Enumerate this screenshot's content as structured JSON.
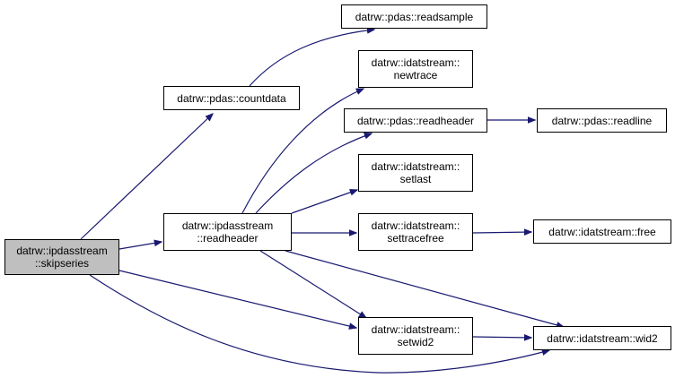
{
  "graph": {
    "edge_color": "#191970",
    "nodes": {
      "skipseries": {
        "lines": [
          "datrw::ipdasstream",
          "::skipseries"
        ],
        "fill": "#bfbfbf"
      },
      "countdata": {
        "lines": [
          "datrw::pdas::countdata"
        ]
      },
      "readheader": {
        "lines": [
          "datrw::ipdasstream",
          "::readheader"
        ]
      },
      "readsample": {
        "lines": [
          "datrw::pdas::readsample"
        ]
      },
      "newtrace": {
        "lines": [
          "datrw::idatstream::",
          "newtrace"
        ]
      },
      "pdasreadheader": {
        "lines": [
          "datrw::pdas::readheader"
        ]
      },
      "readline": {
        "lines": [
          "datrw::pdas::readline"
        ]
      },
      "setlast": {
        "lines": [
          "datrw::idatstream::",
          "setlast"
        ]
      },
      "settracefree": {
        "lines": [
          "datrw::idatstream::",
          "settracefree"
        ]
      },
      "free": {
        "lines": [
          "datrw::idatstream::free"
        ]
      },
      "setwid2": {
        "lines": [
          "datrw::idatstream::",
          "setwid2"
        ]
      },
      "wid2": {
        "lines": [
          "datrw::idatstream::wid2"
        ]
      }
    },
    "edges": [
      {
        "from": "skipseries",
        "to": "countdata"
      },
      {
        "from": "skipseries",
        "to": "readheader"
      },
      {
        "from": "skipseries",
        "to": "setwid2"
      },
      {
        "from": "skipseries",
        "to": "wid2"
      },
      {
        "from": "countdata",
        "to": "readsample"
      },
      {
        "from": "readheader",
        "to": "newtrace"
      },
      {
        "from": "readheader",
        "to": "pdasreadheader"
      },
      {
        "from": "readheader",
        "to": "setlast"
      },
      {
        "from": "readheader",
        "to": "settracefree"
      },
      {
        "from": "readheader",
        "to": "setwid2"
      },
      {
        "from": "readheader",
        "to": "wid2"
      },
      {
        "from": "pdasreadheader",
        "to": "readline"
      },
      {
        "from": "settracefree",
        "to": "free"
      },
      {
        "from": "setwid2",
        "to": "wid2"
      }
    ]
  }
}
